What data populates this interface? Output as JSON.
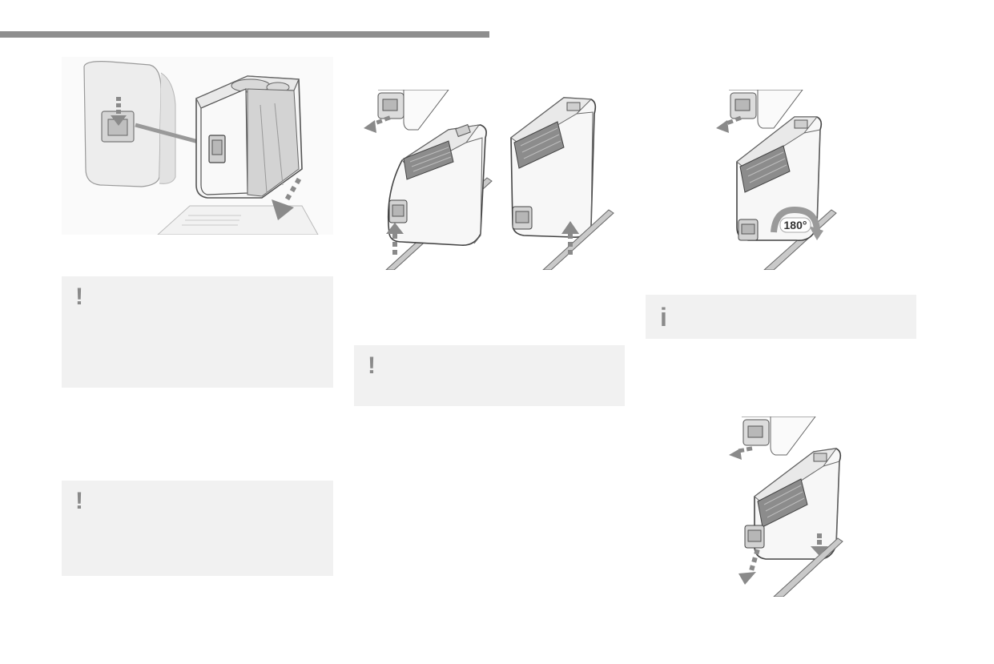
{
  "header": {
    "rule_color": "#8e8e8e"
  },
  "illustrations": {
    "removal": {
      "name": "console-removal-illustration"
    },
    "lift_tilt": {
      "name": "console-lift-illustration"
    },
    "rotate": {
      "name": "console-rotate-illustration",
      "angle_label": "180°"
    },
    "refit": {
      "name": "console-refit-illustration"
    }
  },
  "notices": [
    {
      "symbol": "!",
      "text": ""
    },
    {
      "symbol": "!",
      "text": ""
    },
    {
      "symbol": "!",
      "text": ""
    },
    {
      "symbol": "i",
      "text": ""
    }
  ],
  "colors": {
    "notice_bg": "#f1f1f1",
    "symbol": "#8a8a8a",
    "arrow": "#8a8a8a"
  }
}
